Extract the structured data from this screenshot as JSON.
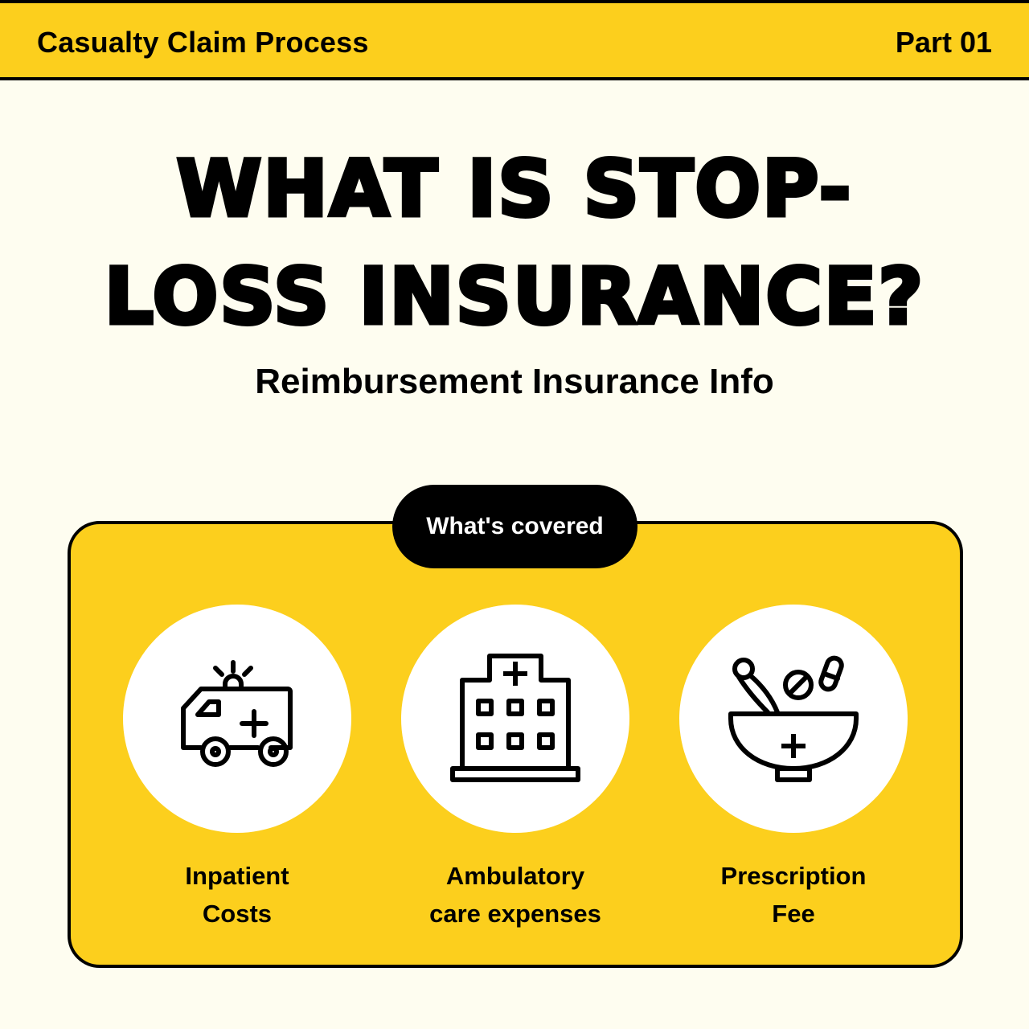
{
  "header": {
    "title": "Casualty Claim Process",
    "part": "Part 01"
  },
  "headline": {
    "line1": "WHAT IS STOP-",
    "line2": "LOSS INSURANCE?"
  },
  "subtitle": "Reimbursement Insurance  Info",
  "covered": {
    "badge": "What's covered",
    "items": [
      {
        "icon": "ambulance-icon",
        "line1": "Inpatient",
        "line2": "Costs"
      },
      {
        "icon": "hospital-icon",
        "line1": "Ambulatory",
        "line2": "care expenses"
      },
      {
        "icon": "mortar-pestle-icon",
        "line1": "Prescription",
        "line2": "Fee"
      }
    ]
  },
  "colors": {
    "accent": "#fccf1d",
    "background": "#fefdf0",
    "ink": "#000000",
    "circle": "#ffffff"
  }
}
